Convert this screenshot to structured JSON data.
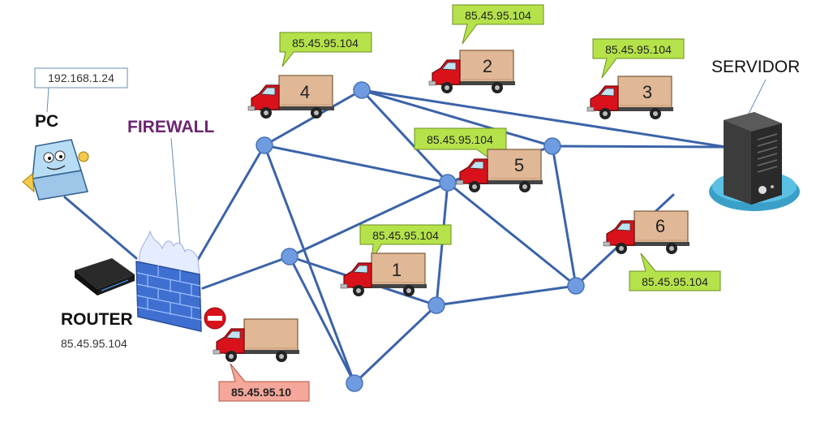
{
  "pc": {
    "label": "PC",
    "ip": "192.168.1.24"
  },
  "router": {
    "label": "ROUTER",
    "ip": "85.45.95.104"
  },
  "firewall": {
    "label": "FIREWALL"
  },
  "server": {
    "label": "SERVIDOR"
  },
  "trucks": [
    {
      "id": "4",
      "number": "4",
      "ip": "85.45.95.104"
    },
    {
      "id": "2",
      "number": "2",
      "ip": "85.45.95.104"
    },
    {
      "id": "3",
      "number": "3",
      "ip": "85.45.95.104"
    },
    {
      "id": "5",
      "number": "5",
      "ip": "85.45.95.104"
    },
    {
      "id": "1",
      "number": "1",
      "ip": "85.45.95.104"
    },
    {
      "id": "6",
      "number": "6",
      "ip": "85.45.95.104"
    },
    {
      "id": "blocked",
      "number": "",
      "ip": "85.45.95.10",
      "blocked": true
    }
  ],
  "colors": {
    "link": "#3b63a8",
    "node": "#6f9be0",
    "callout_ok": "#b5e24a",
    "callout_blocked": "#f4a79a",
    "firewall_label": "#6b2670",
    "truck_body": "#d9111a",
    "cargo": "#e0b896"
  }
}
